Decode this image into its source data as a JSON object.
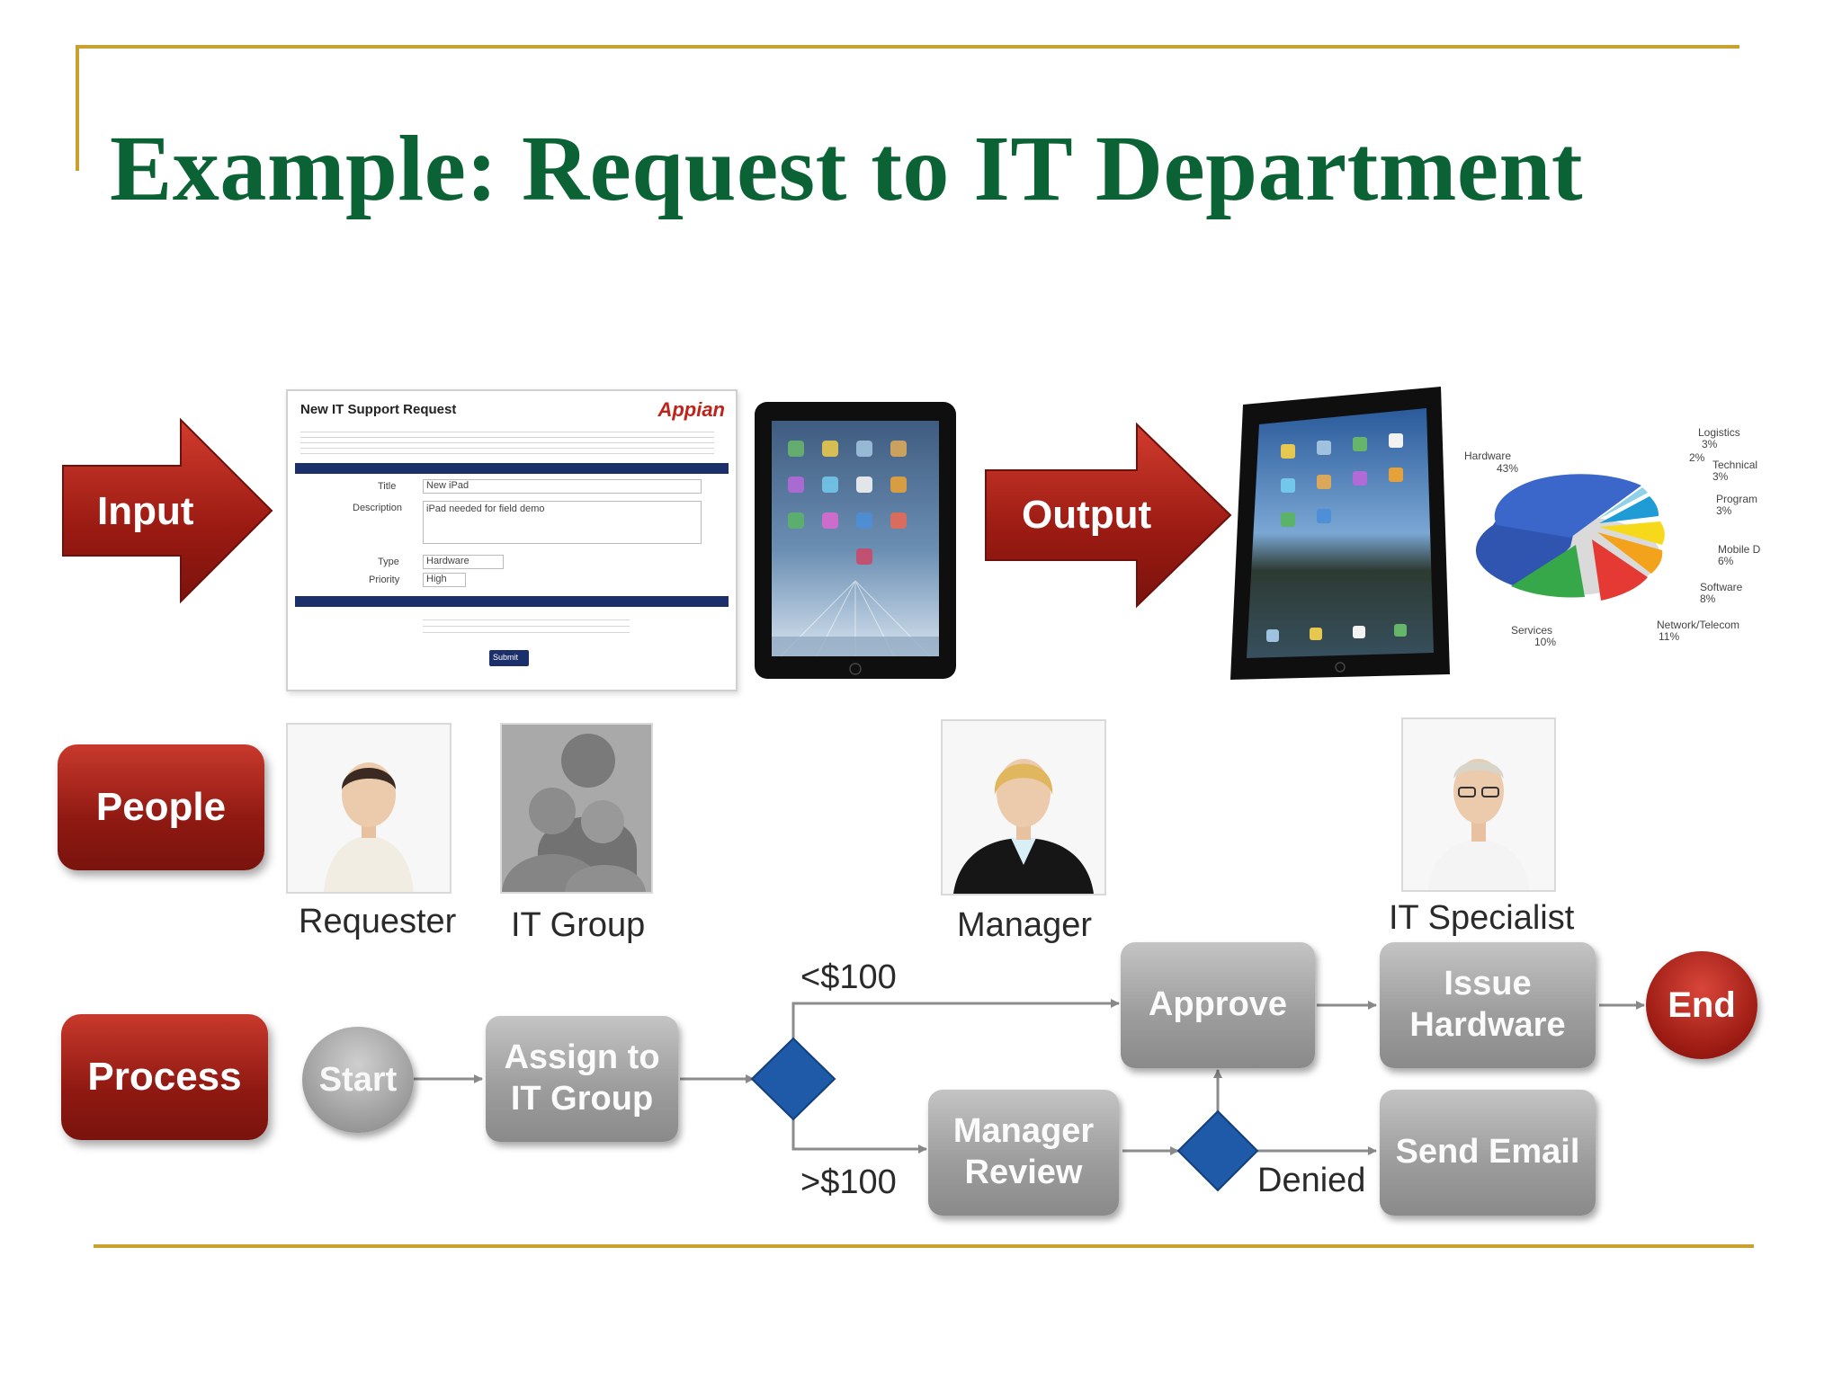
{
  "slide": {
    "title": "Example: Request to IT Department"
  },
  "rows": {
    "input": "Input",
    "output": "Output",
    "people": "People",
    "process": "Process"
  },
  "form": {
    "title": "New IT Support Request",
    "brand": "Appian",
    "fields": [
      {
        "label": "Title",
        "value": "New iPad"
      },
      {
        "label": "Description",
        "value": "iPad needed for field demo"
      },
      {
        "label": "Type",
        "value": "Hardware"
      },
      {
        "label": "Priority",
        "value": "High"
      }
    ],
    "submit": "Submit"
  },
  "people": [
    "Requester",
    "IT Group",
    "Manager",
    "IT Specialist"
  ],
  "pie": {
    "labels": [
      {
        "name": "Hardware",
        "pct": "43%"
      },
      {
        "name": "Logistics",
        "pct": "3%"
      },
      {
        "name": "",
        "pct": "2%"
      },
      {
        "name": "Technical",
        "pct": "3%"
      },
      {
        "name": "Program",
        "pct": "3%"
      },
      {
        "name": "Mobile D",
        "pct": "6%"
      },
      {
        "name": "Software",
        "pct": "8%"
      },
      {
        "name": "Network/Telecom",
        "pct": "11%"
      },
      {
        "name": "Services",
        "pct": "10%"
      }
    ],
    "colors": [
      "#3a67c9",
      "#36a84a",
      "#e53a33",
      "#f3a21b",
      "#f7d91b",
      "#8fd0ea",
      "#1f9bd6",
      "#7bb6e8",
      "#b9dcf0"
    ]
  },
  "process": {
    "start": "Start",
    "assign": "Assign to IT Group",
    "approve": "Approve",
    "issue": "Issue Hardware",
    "end": "End",
    "review": "Manager Review",
    "email": "Send Email",
    "lt100": "<$100",
    "gt100": ">$100",
    "denied": "Denied"
  }
}
